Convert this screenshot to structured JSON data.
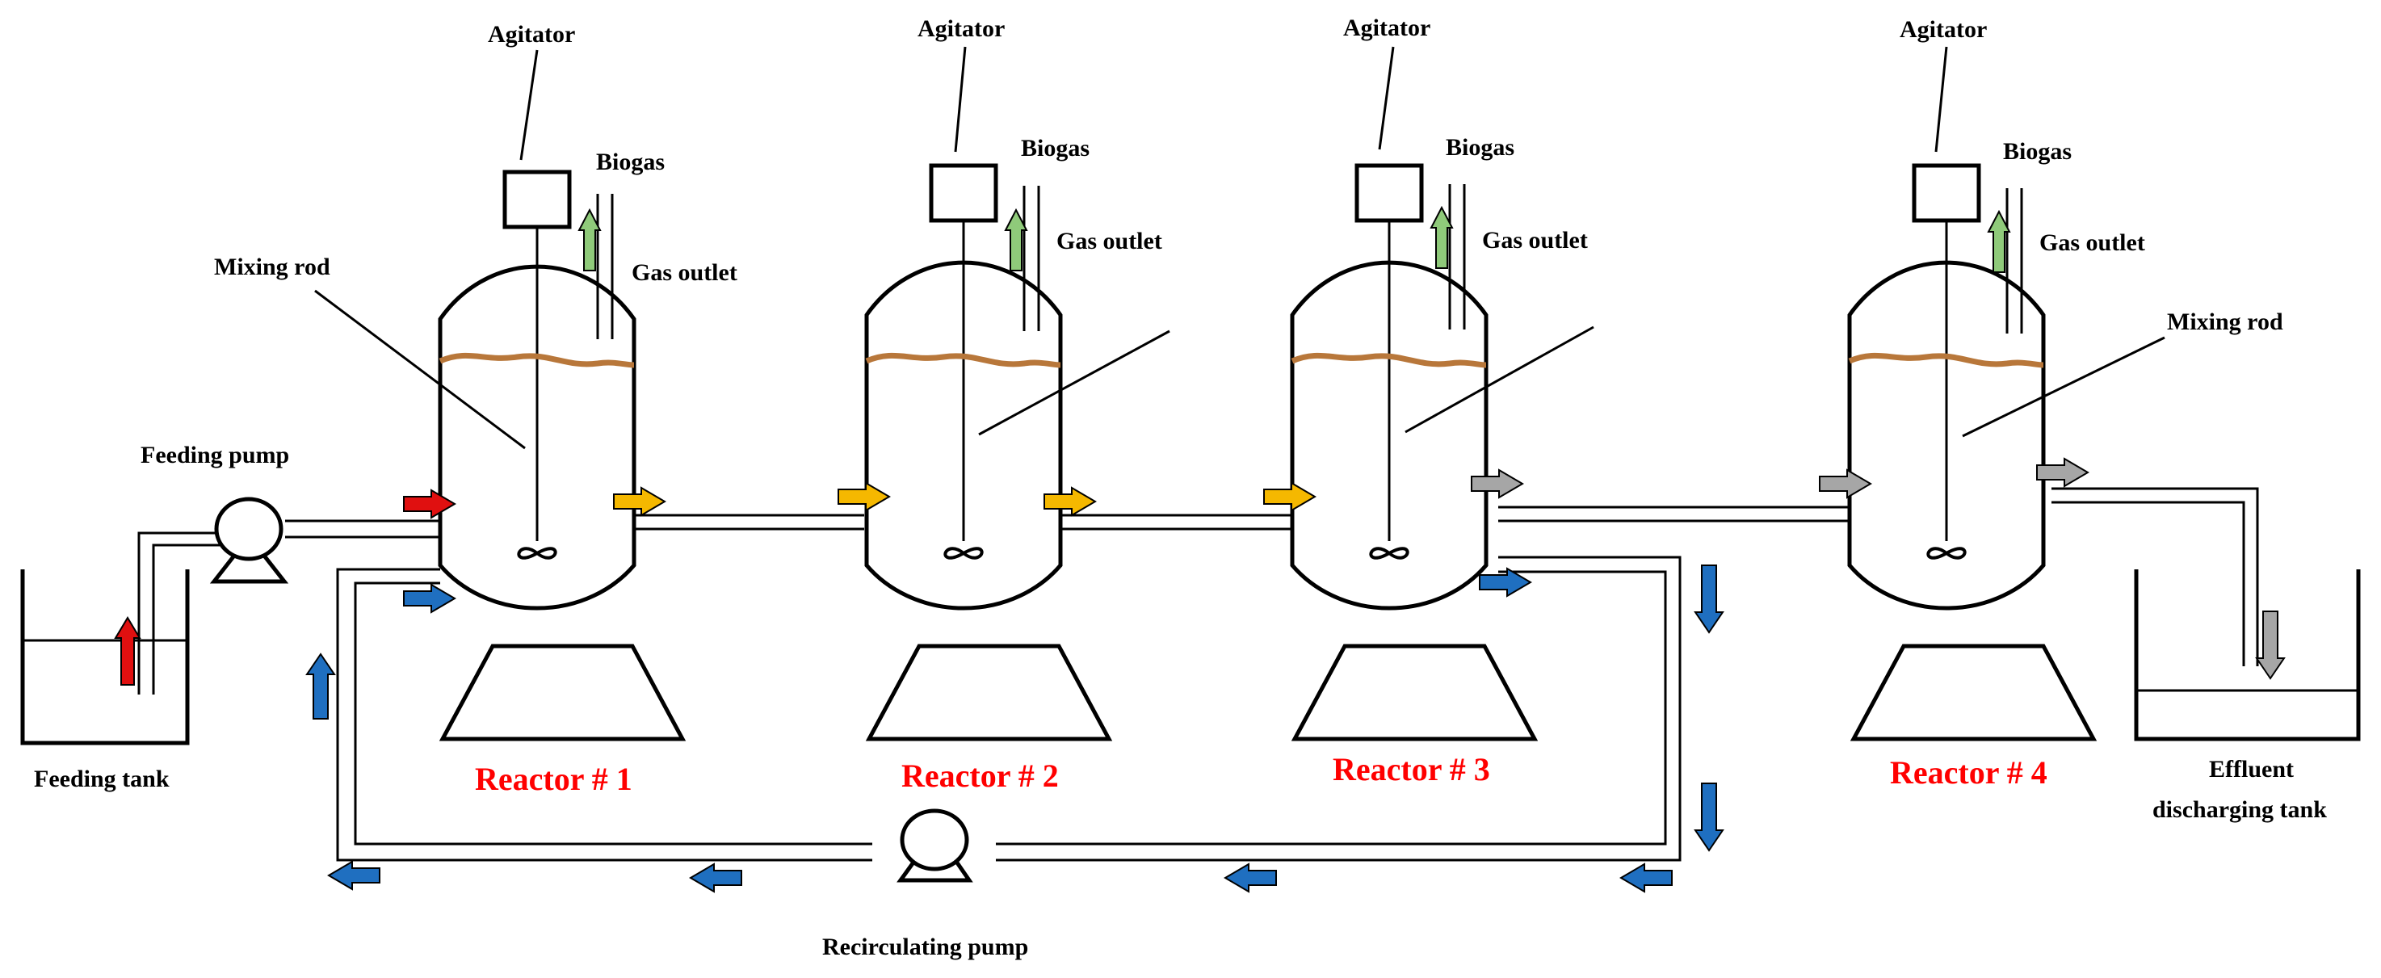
{
  "labels": {
    "agitator": "Agitator",
    "biogas": "Biogas",
    "gas_outlet": "Gas outlet",
    "mixing_rod": "Mixing rod",
    "feeding_pump": "Feeding pump",
    "feeding_tank": "Feeding tank",
    "recirculating_pump": "Recirculating pump",
    "effluent_line1": "Effluent",
    "effluent_line2": "discharging tank"
  },
  "reactors": [
    {
      "label": "Reactor # 1"
    },
    {
      "label": "Reactor # 2"
    },
    {
      "label": "Reactor # 3"
    },
    {
      "label": "Reactor # 4"
    }
  ],
  "colors": {
    "reactor_label": "#ff0000",
    "feed_arrow": "#e01010",
    "transfer_arrow": "#f5b800",
    "effluent_arrow": "#a6a6a6",
    "recirculation_arrow": "#1f6fc0",
    "biogas_arrow": "#8fca7a",
    "scum_layer": "#b8773a"
  },
  "icons": {
    "agitator": "box-icon",
    "impeller": "propeller-icon",
    "pump": "pump-icon"
  }
}
